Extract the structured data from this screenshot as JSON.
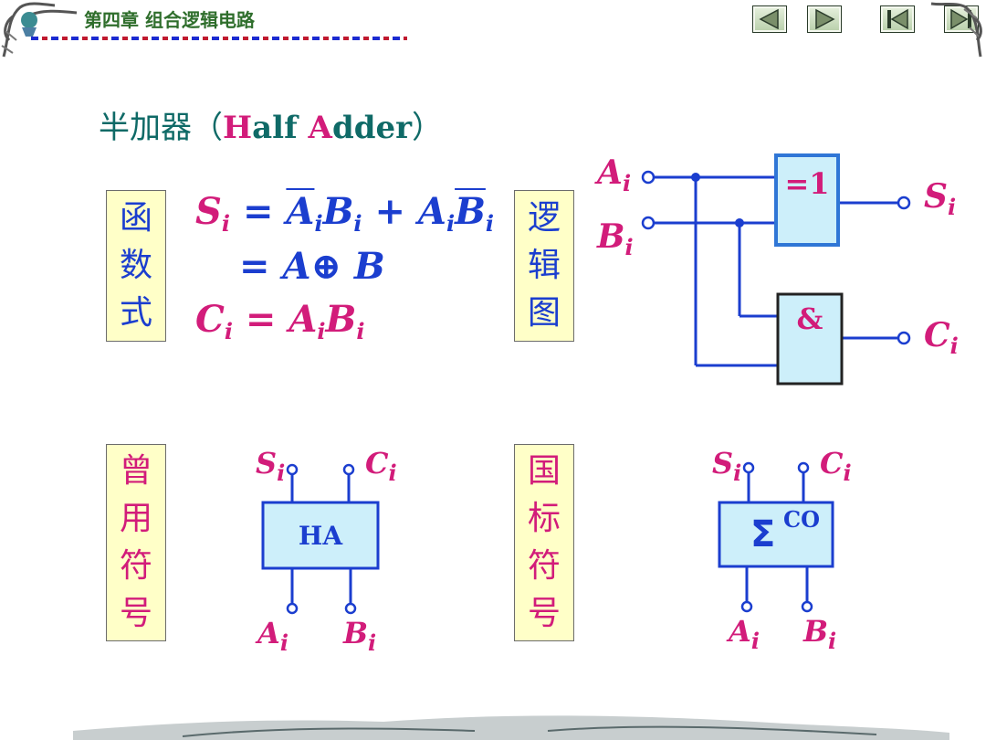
{
  "header": {
    "chapter_title": "第四章 组合逻辑电路",
    "nav": [
      "previous-slide",
      "next-slide",
      "first-slide",
      "last-slide"
    ]
  },
  "title": {
    "cn": "半加器（",
    "h": "H",
    "alf": "alf ",
    "a": "A",
    "dder": "dder",
    "close": "）"
  },
  "labels": {
    "function": [
      "函",
      "数",
      "式"
    ],
    "logic": [
      "逻",
      "辑",
      "图"
    ],
    "old_symbol": [
      "曾",
      "用",
      "符",
      "号"
    ],
    "std_symbol": [
      "国",
      "标",
      "符",
      "号"
    ]
  },
  "equations": {
    "s": "S",
    "i": "i",
    "eq": "=",
    "plus": "+",
    "a": "A",
    "b": "B",
    "xor_line": "= A⊕ B",
    "c": "C"
  },
  "logic": {
    "in_a": "A",
    "in_b": "B",
    "sub": "i",
    "xor_gate": "=1",
    "and_gate": "&",
    "out_s": "S",
    "out_c": "C"
  },
  "ha": {
    "label": "HA",
    "s": "S",
    "c": "C",
    "a": "A",
    "b": "B",
    "sub": "i"
  },
  "std": {
    "sigma": "Σ",
    "co": "CO",
    "s": "S",
    "c": "C",
    "a": "A",
    "b": "B",
    "sub": "i"
  },
  "colors": {
    "accent": "#d21c7a",
    "wire": "#1b3ecf",
    "box": "#cdeffa"
  }
}
